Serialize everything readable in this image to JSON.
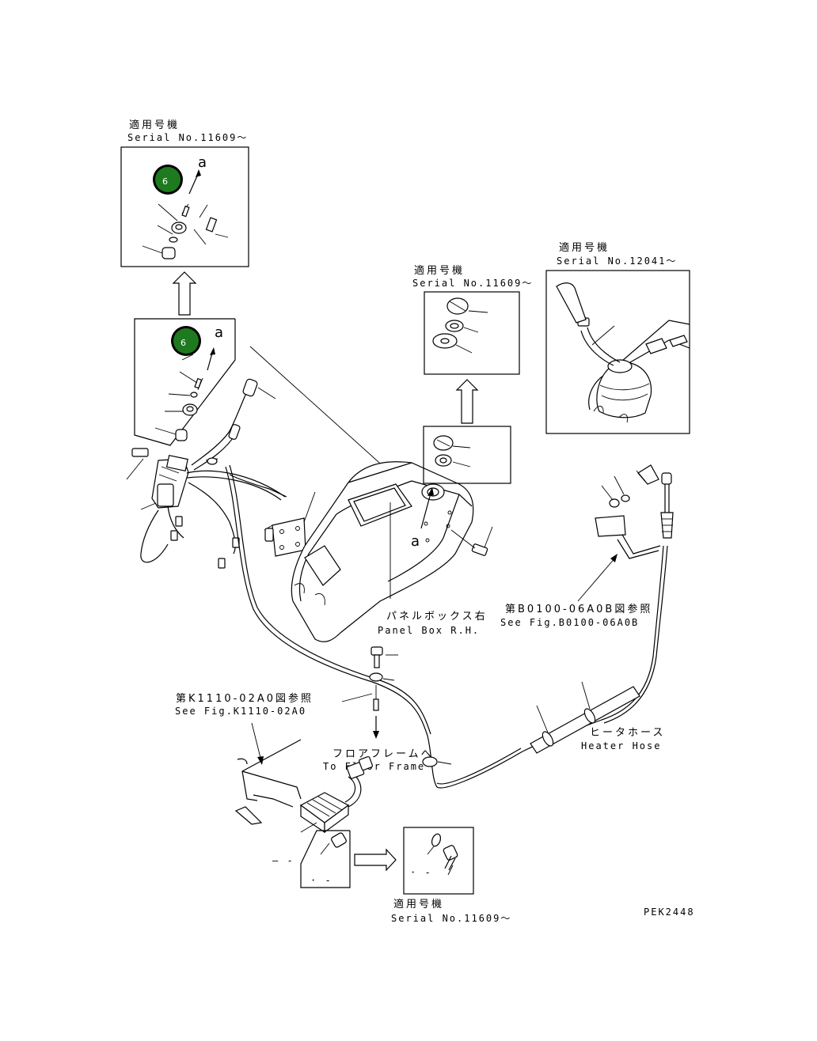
{
  "applicable_top_left": {
    "jp": "適用号機",
    "serial": "Serial No.11609〜"
  },
  "applicable_mid": {
    "jp": "適用号機",
    "serial": "Serial No.11609〜"
  },
  "applicable_right": {
    "jp": "適用号機",
    "serial": "Serial No.12041〜"
  },
  "applicable_bottom": {
    "jp": "適用号機",
    "serial": "Serial No.11609〜"
  },
  "badges": [
    {
      "number": "6"
    },
    {
      "number": "6"
    }
  ],
  "detail_letter": "a",
  "panel_box": {
    "jp": "パネルボックス右",
    "en": "Panel Box R.H."
  },
  "ref_b0100": {
    "jp": "第B0100-06A0B図参照",
    "en": "See Fig.B0100-06A0B"
  },
  "ref_k1110": {
    "jp": "第K1110-02A0図参照",
    "en": "See Fig.K1110-02A0"
  },
  "floor_frame": {
    "jp": "フロアフレームへ",
    "en": "To Floor Frame"
  },
  "heater_hose": {
    "jp": "ヒータホース",
    "en": "Heater Hose"
  },
  "drawing_code": "PEK2448",
  "badge_color": "#1e7a1e"
}
